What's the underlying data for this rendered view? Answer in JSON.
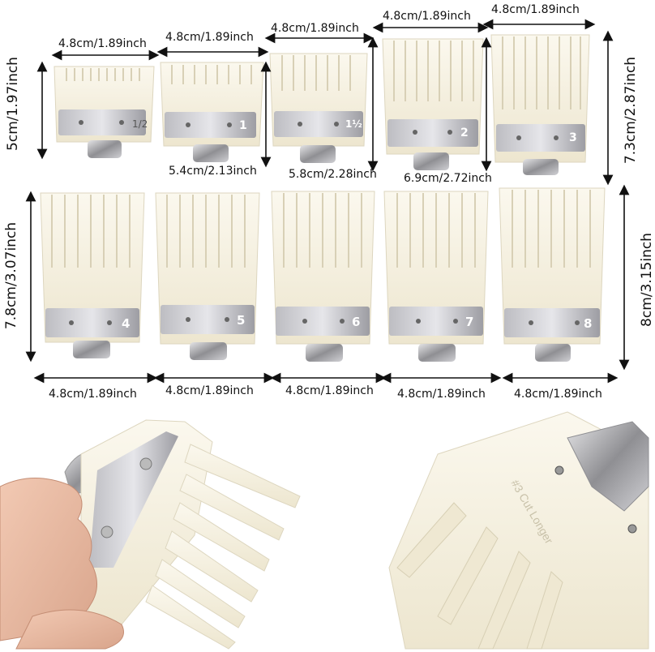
{
  "dimensions": {
    "width_half": "4.8cm/1.89inch",
    "height_half": "5cm/1.97inch",
    "height_1": "5.4cm/2.13inch",
    "height_1_5": "5.8cm/2.28inch",
    "height_2": "6.9cm/2.72inch",
    "height_3": "7.3cm/2.87inch",
    "height_4": "7.8cm/3.07inch",
    "height_8": "8cm/3.15inch"
  },
  "guards": {
    "top_row": [
      "1/2",
      "1",
      "1½",
      "2",
      "3"
    ],
    "bottom_row": [
      "4",
      "5",
      "6",
      "7",
      "8"
    ]
  },
  "closeup_text": "#3 Cut Longer",
  "colors": {
    "plastic": "#f7f3e6",
    "plastic_shadow": "#e9e2cc",
    "plate": "#a9a9ad",
    "metal": "#c9c9cc"
  }
}
